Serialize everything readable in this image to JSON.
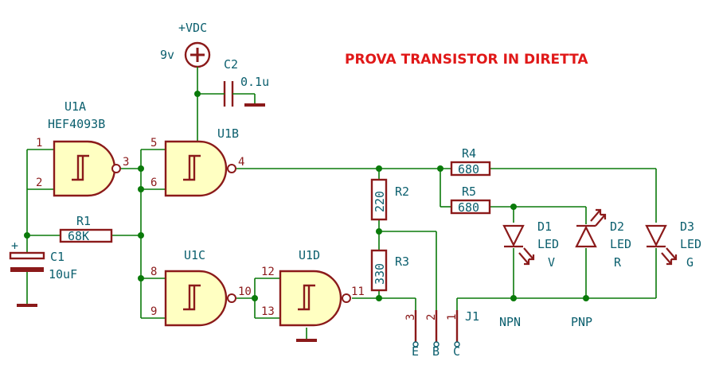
{
  "title": "PROVA TRANSISTOR IN DIRETTA",
  "power": {
    "label": "+VDC",
    "voltage": "9v"
  },
  "capacitors": [
    {
      "ref": "C2",
      "value": "0.1u"
    },
    {
      "ref": "C1",
      "value": "10uF",
      "polarity": "+"
    }
  ],
  "resistors": [
    {
      "ref": "R1",
      "value": "68K"
    },
    {
      "ref": "R2",
      "value": "220"
    },
    {
      "ref": "R3",
      "value": "330"
    },
    {
      "ref": "R4",
      "value": "680"
    },
    {
      "ref": "R5",
      "value": "680"
    }
  ],
  "gates": [
    {
      "ref": "U1A",
      "part": "HEF4093B",
      "pins": [
        "1",
        "2",
        "3"
      ]
    },
    {
      "ref": "U1B",
      "pins": [
        "5",
        "6",
        "4"
      ]
    },
    {
      "ref": "U1C",
      "pins": [
        "8",
        "9",
        "10"
      ]
    },
    {
      "ref": "U1D",
      "pins": [
        "12",
        "13",
        "11"
      ]
    }
  ],
  "leds": [
    {
      "ref": "D1",
      "type": "LED",
      "color": "V"
    },
    {
      "ref": "D2",
      "type": "LED",
      "color": "R"
    },
    {
      "ref": "D3",
      "type": "LED",
      "color": "G"
    }
  ],
  "connector": {
    "ref": "J1",
    "pins": [
      "3",
      "2",
      "1"
    ],
    "labels": [
      "E",
      "B",
      "C"
    ]
  },
  "modes": {
    "npn": "NPN",
    "pnp": "PNP"
  },
  "colors": {
    "wire": "#0a7a0a",
    "component": "#8b1a1a",
    "gate_fill": "#ffffc2",
    "label": "#0b5f6e",
    "title": "#e01818"
  }
}
